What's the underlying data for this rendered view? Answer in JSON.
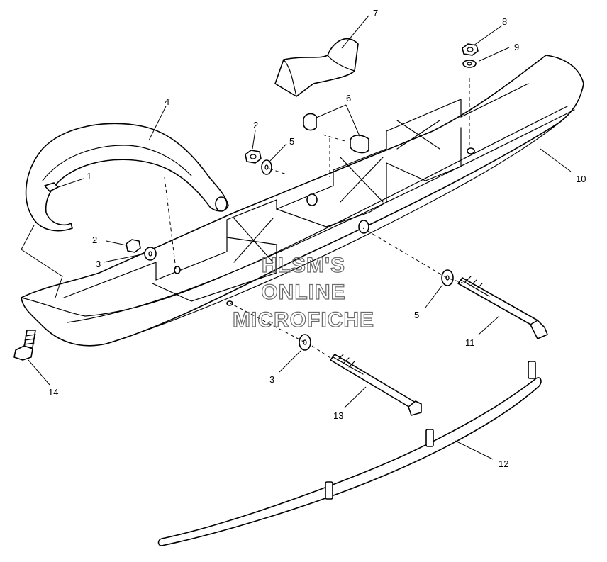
{
  "diagram": {
    "callouts": [
      "1",
      "2",
      "2",
      "3",
      "3",
      "4",
      "5",
      "5",
      "6",
      "7",
      "8",
      "9",
      "10",
      "11",
      "12",
      "13",
      "14"
    ],
    "watermark": [
      "HLSM'S",
      "ONLINE",
      "MICROFICHE"
    ]
  }
}
